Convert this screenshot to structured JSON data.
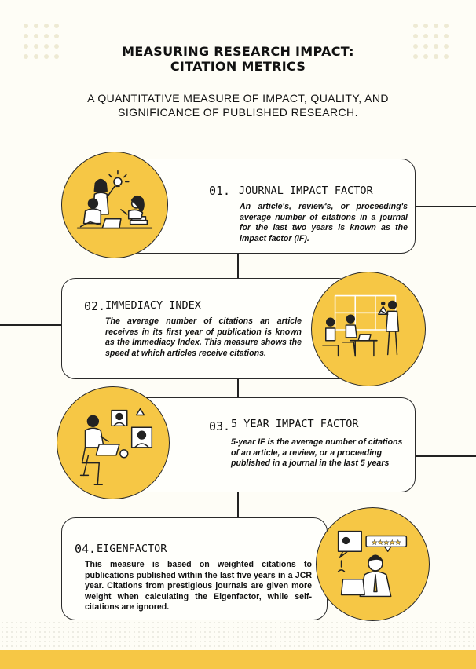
{
  "title": {
    "line1": "MEASURING RESEARCH IMPACT:",
    "line2": "CITATION METRICS"
  },
  "subtitle": "A QUANTITATIVE MEASURE OF IMPACT, QUALITY, AND SIGNIFICANCE OF PUBLISHED RESEARCH.",
  "colors": {
    "accent": "#f6c745",
    "background": "#fefdf6",
    "ink": "#111111"
  },
  "metrics": [
    {
      "number": "01.",
      "heading": "JOURNAL IMPACT FACTOR",
      "description": "An article's, review's, or proceeding's average number of citations in a journal for the last two years is known as the impact factor (IF).",
      "illustration": "people-brainstorming-lightbulb-icon"
    },
    {
      "number": "02.",
      "heading": "IMMEDIACY INDEX",
      "description": "The average number of citations an article receives in its first year of publication is known as the Immediacy Index. This measure shows the speed at which articles receive citations.",
      "illustration": "team-presentation-chart-icon"
    },
    {
      "number": "03.",
      "heading": "5 YEAR IMPACT FACTOR",
      "description": "5-year IF is the average number of citations of an article, a review, or a proceeding published in a journal in the last 5 years",
      "illustration": "laptop-video-call-icon"
    },
    {
      "number": "04.",
      "heading": "EIGENFACTOR",
      "description": "This measure is based on weighted citations to publications published within the last five years in a JCR year. Citations from prestigious journals are given more weight when calculating the Eigenfactor, while self-citations are ignored.",
      "illustration": "review-rating-stars-icon",
      "rating_stars": "★★★★★"
    }
  ]
}
